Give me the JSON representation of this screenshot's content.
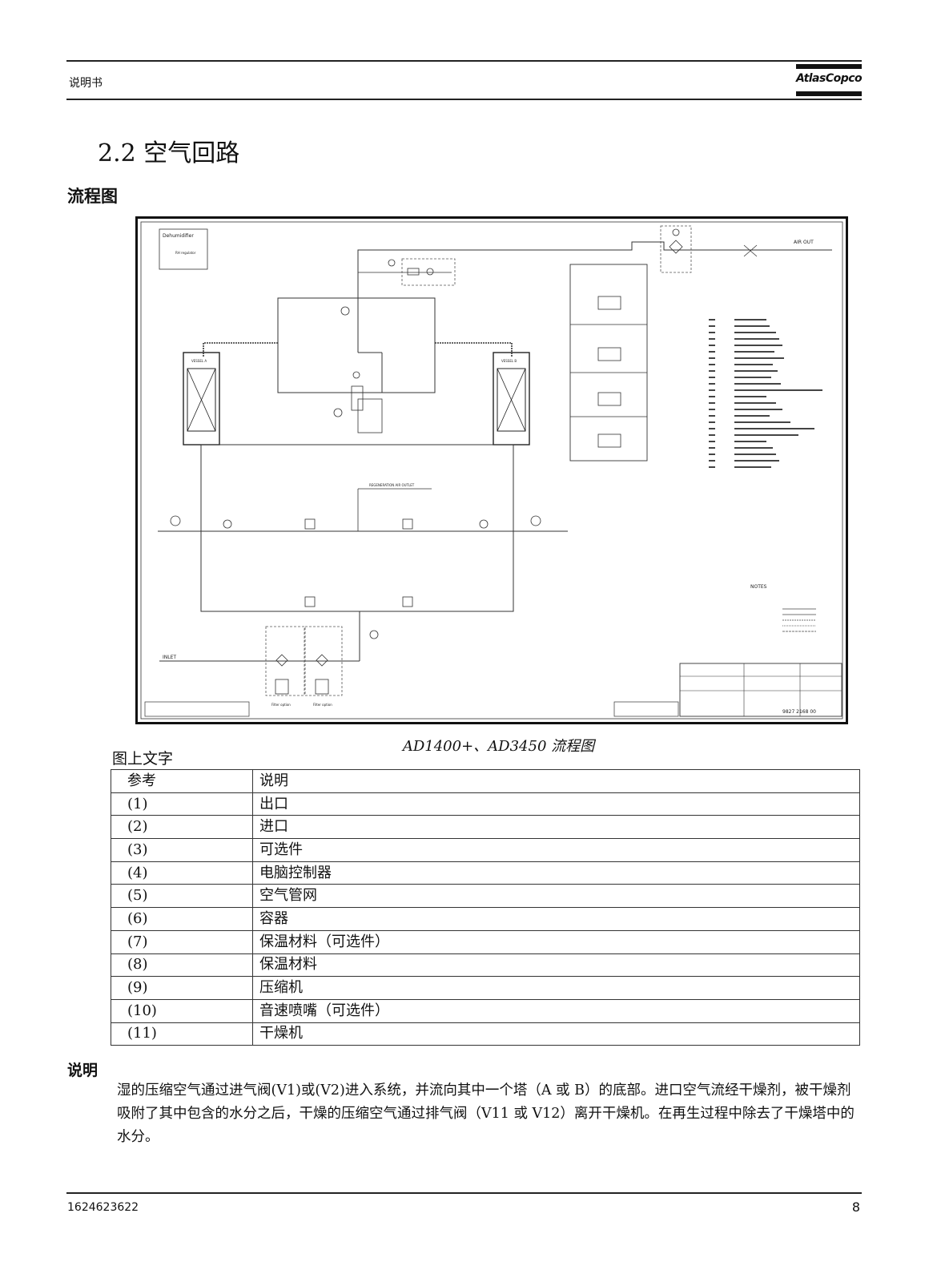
{
  "header": {
    "doc_type": "说明书",
    "brand": "AtlasCopco"
  },
  "section": {
    "title": "2.2  空气回路",
    "subtitle": "流程图"
  },
  "diagram": {
    "caption": "AD1400+、AD3450 流程图",
    "labels": {
      "box_tl_title": "Dehumidifier",
      "box_tl_sub": "RH regulator",
      "inlet": "INLET",
      "outlet": "AIR OUT",
      "regen_outlet": "REGENERATION AIR OUTLET",
      "vessel_a": "VESSEL A",
      "vessel_b": "VESSEL B",
      "filter_option_1": "Filter option",
      "filter_option_2": "Filter option",
      "drawing_number": "9827 2168 00",
      "notes": "NOTES"
    }
  },
  "legend": {
    "title": "图上文字",
    "header": [
      "参考",
      "说明"
    ],
    "rows": [
      [
        "(1)",
        "出口"
      ],
      [
        "(2)",
        "进口"
      ],
      [
        "(3)",
        "可选件"
      ],
      [
        "(4)",
        "电脑控制器"
      ],
      [
        "(5)",
        "空气管网"
      ],
      [
        "(6)",
        "容器"
      ],
      [
        "(7)",
        "保温材料（可选件）"
      ],
      [
        "(8)",
        "保温材料"
      ],
      [
        "(9)",
        "压缩机"
      ],
      [
        "(10)",
        "音速喷嘴（可选件）"
      ],
      [
        "(11)",
        "干燥机"
      ]
    ]
  },
  "note": {
    "title": "说明",
    "body": "湿的压缩空气通过进气阀(V1)或(V2)进入系统，并流向其中一个塔（A 或 B）的底部。进口空气流经干燥剂，被干燥剂吸附了其中包含的水分之后，干燥的压缩空气通过排气阀（V11 或 V12）离开干燥机。在再生过程中除去了干燥塔中的水分。"
  },
  "footer": {
    "doc_number": "1624623622",
    "page": "8"
  }
}
